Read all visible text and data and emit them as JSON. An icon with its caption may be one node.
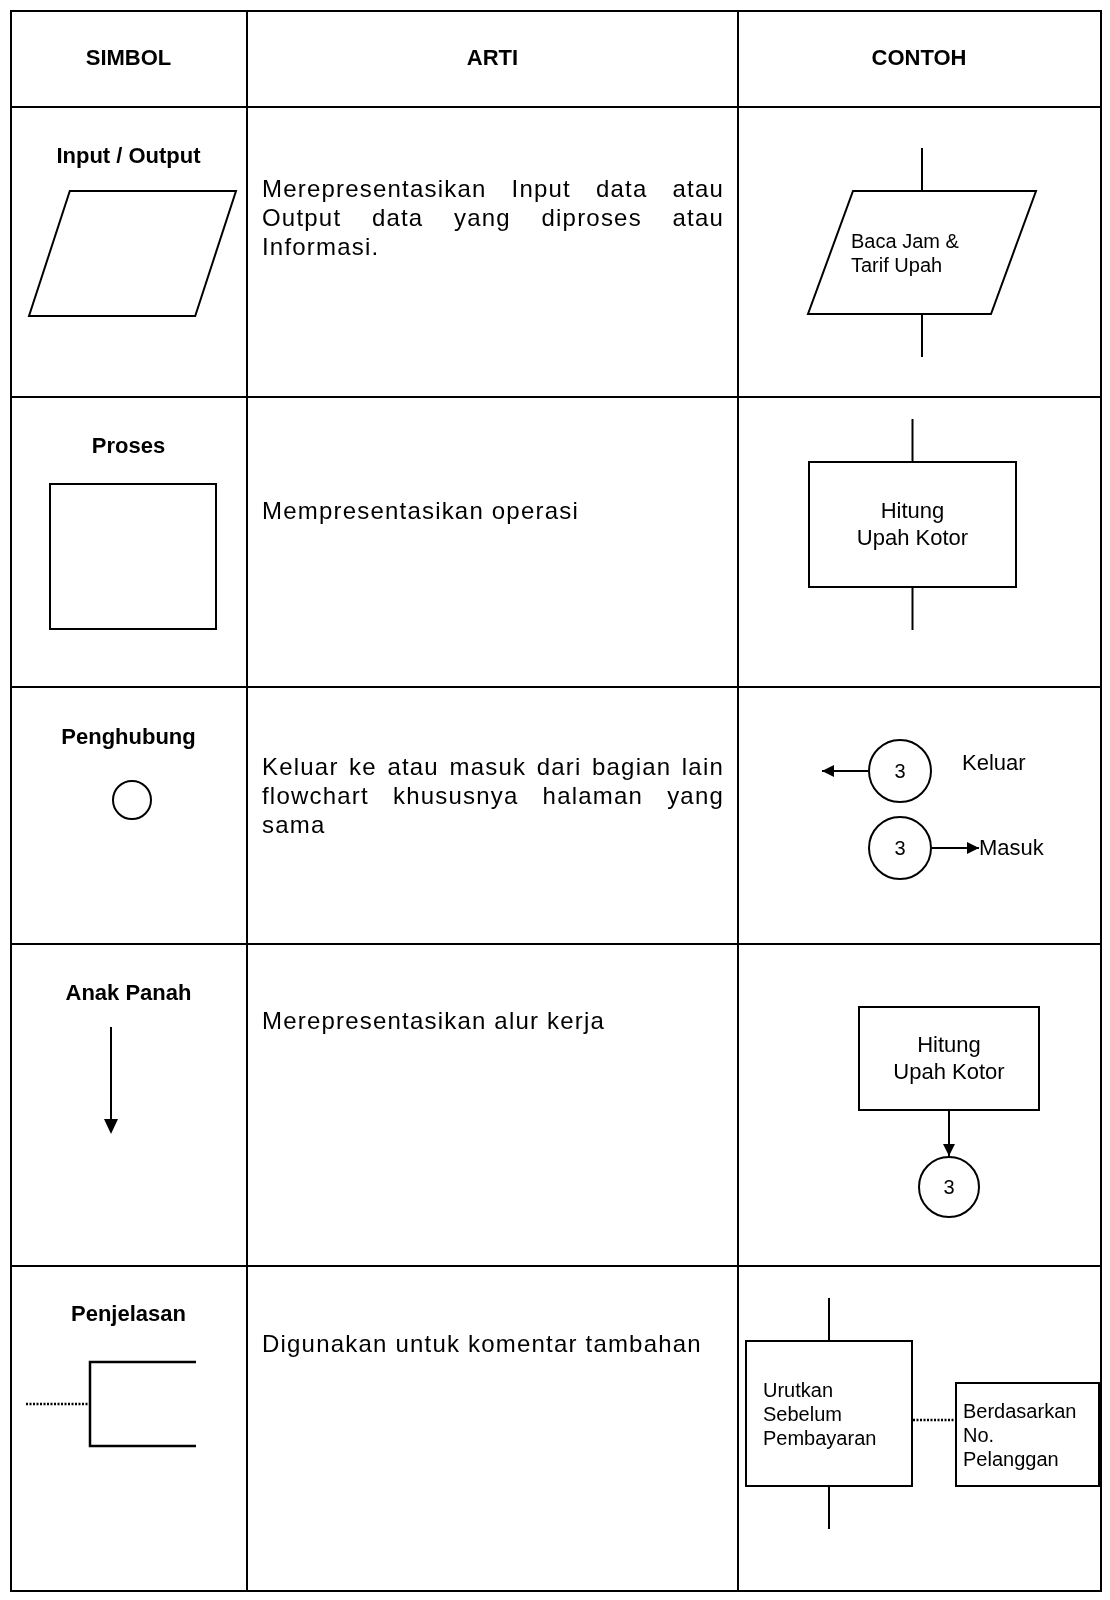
{
  "diagram": {
    "nodes": [
      {
        "text": [],
        "shape": "parallelogram",
        "beside": [
          "Input / Output"
        ]
      },
      {
        "text": [
          "Baca Jam & Tarif Upah"
        ]
      },
      {
        "text": [],
        "shape": "box",
        "beside": [
          "Proses"
        ]
      },
      {
        "text": [
          "Hitung Upah Kotor"
        ]
      },
      {
        "text": [],
        "shape": "circle",
        "beside": [
          "Penghubung"
        ]
      },
      {
        "text": [
          "3"
        ],
        "beside": [
          "Keluar"
        ]
      },
      {
        "text": [
          "3"
        ]
      },
      {
        "text": [
          "Masuk"
        ]
      },
      {
        "text": [
          "Hitung Upah Kotor"
        ]
      },
      {
        "text": [
          "3"
        ]
      },
      {
        "text": [
          "Urutkan Sebelum Pembayaran"
        ]
      },
      {
        "text": [
          "Berdasarkan No. Pelanggan"
        ]
      }
    ],
    "edges": [
      {
        "from": null,
        "to": 1,
        "arrow": "none"
      },
      {
        "from": 1,
        "to": null,
        "arrow": "none"
      },
      {
        "from": null,
        "to": 3,
        "arrow": "none"
      },
      {
        "from": 3,
        "to": null,
        "arrow": "none"
      },
      {
        "from": 5,
        "to": null,
        "arrow": "to"
      },
      {
        "from": 6,
        "to": 7,
        "arrow": "to"
      },
      {
        "from": 8,
        "to": 9,
        "arrow": "to"
      },
      {
        "from": null,
        "to": 10,
        "arrow": "none"
      },
      {
        "from": 10,
        "to": null,
        "arrow": "none"
      },
      {
        "from": 10,
        "to": 11,
        "arrow": "none",
        "style": "dashed"
      }
    ],
    "labels": [
      "SIMBOL",
      "ARTI",
      "CONTOH",
      "Merepresentasikan Input data atau Output data yang diproses atau Informasi.",
      "Mempresentasikan operasi",
      "Keluar ke atau masuk dari bagian lain flowchart khususnya halaman yang sama",
      "Anak Panah",
      "Merepresentasikan alur kerja",
      "Penjelasan",
      "Digunakan untuk komentar tambahan"
    ]
  }
}
